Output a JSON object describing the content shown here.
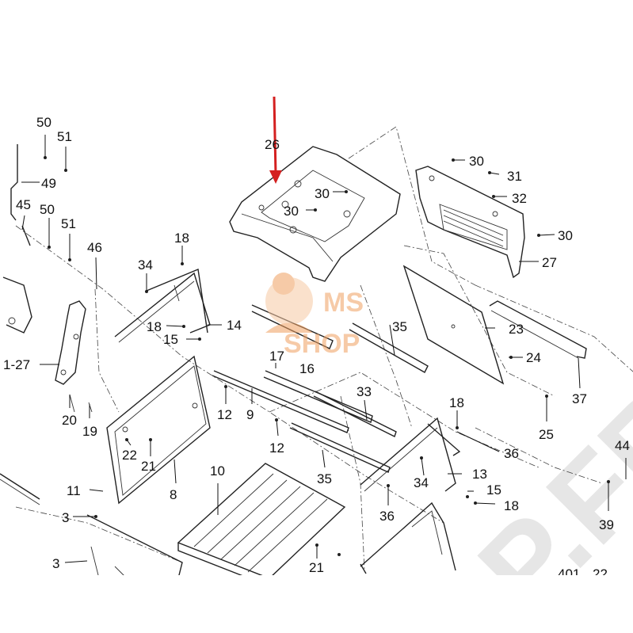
{
  "diagram": {
    "callouts": {
      "c50a": "50",
      "c51a": "51",
      "c49": "49",
      "c45": "45",
      "c50b": "50",
      "c51b": "51",
      "c46": "46",
      "c1_27": "1-27",
      "c20": "20",
      "c19": "19",
      "c11": "11",
      "c3a": "3",
      "c3b": "3",
      "c26": "26",
      "c30a": "30",
      "c30b": "30",
      "c30c": "30",
      "c31": "31",
      "c32": "32",
      "c30d": "30",
      "c27": "27",
      "c18a": "18",
      "c34a": "34",
      "c18b": "18",
      "c14": "14",
      "c15a": "15",
      "c17": "17",
      "c16": "16",
      "c35a": "35",
      "c23": "23",
      "c24": "24",
      "c37": "37",
      "c12a": "12",
      "c9": "9",
      "c12b": "12",
      "c33": "33",
      "c18c": "18",
      "c25": "25",
      "c22": "22",
      "c21a": "21",
      "c8": "8",
      "c10": "10",
      "c35b": "35",
      "c36a": "36",
      "c13": "13",
      "c34b": "34",
      "c15b": "15",
      "c18d": "18",
      "c36b": "36",
      "c21b": "21",
      "c22b": "22",
      "c401": "401",
      "c22c": "22",
      "c44": "44",
      "c39": "39"
    },
    "watermark": {
      "logo_line1": "MS",
      "logo_line2": "SHOP",
      "diagonal_text": "P.FR"
    },
    "arrow_color": "#d42020",
    "logo_color": "#f0a060"
  }
}
